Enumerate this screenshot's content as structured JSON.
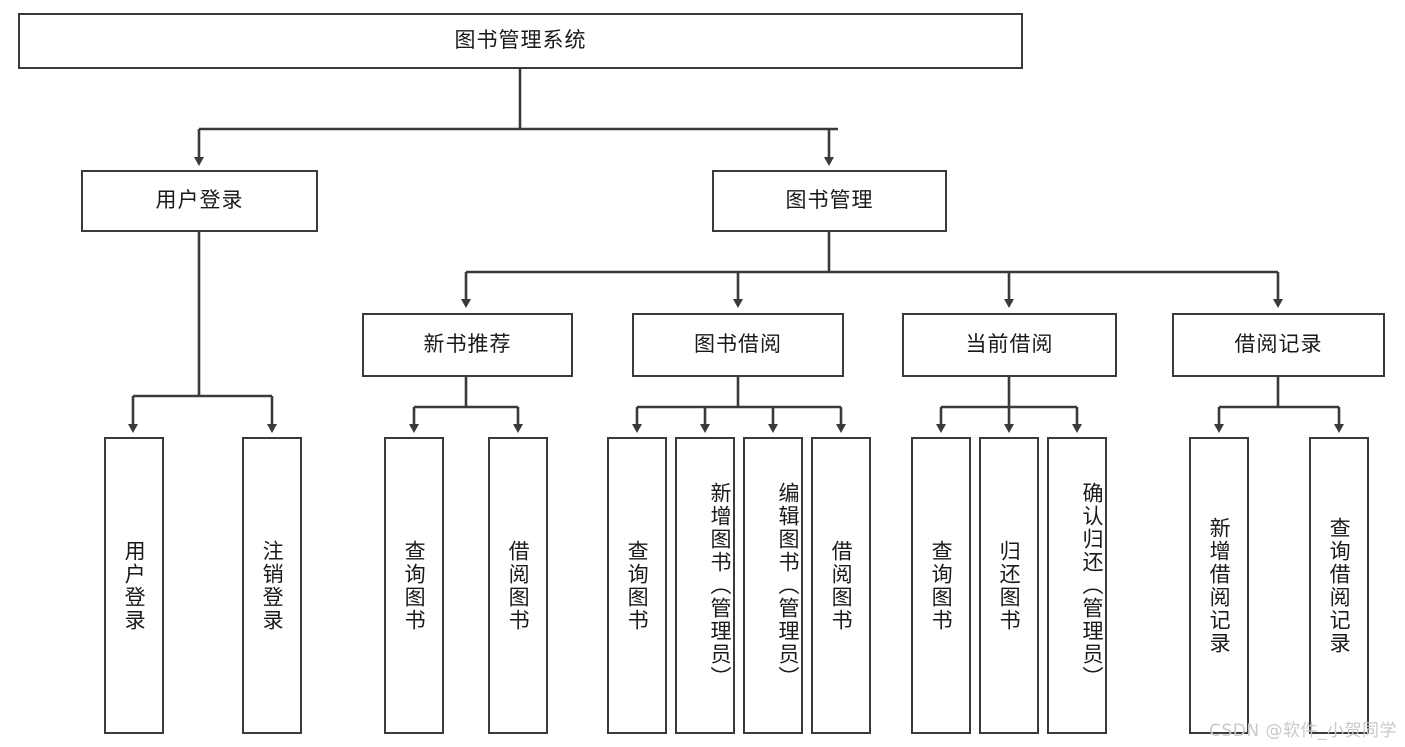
{
  "diagram": {
    "title_node": {
      "label": "图书管理系统"
    },
    "colors": {
      "stroke": "#3a3a3a",
      "text": "#1a1a1a",
      "background": "#ffffff",
      "watermark": "#c9c9c9"
    },
    "level2": [
      {
        "id": "user-login",
        "label": "用户登录"
      },
      {
        "id": "book-management",
        "label": "图书管理"
      }
    ],
    "level3": [
      {
        "id": "new-book-recommend",
        "label": "新书推荐"
      },
      {
        "id": "book-borrow",
        "label": "图书借阅"
      },
      {
        "id": "current-borrow",
        "label": "当前借阅"
      },
      {
        "id": "borrow-record",
        "label": "借阅记录"
      }
    ],
    "leaves": {
      "user_login": [
        {
          "id": "leaf-user-login",
          "label": "用户登录"
        },
        {
          "id": "leaf-logout",
          "label": "注销登录"
        }
      ],
      "new_book_recommend": [
        {
          "id": "leaf-query-book-1",
          "label": "查询图书"
        },
        {
          "id": "leaf-borrow-book-1",
          "label": "借阅图书"
        }
      ],
      "book_borrow": [
        {
          "id": "leaf-query-book-2",
          "label": "查询图书"
        },
        {
          "id": "leaf-add-book",
          "label": "新增图书（管理员）"
        },
        {
          "id": "leaf-edit-book",
          "label": "编辑图书（管理员）"
        },
        {
          "id": "leaf-borrow-book-2",
          "label": "借阅图书"
        }
      ],
      "current_borrow": [
        {
          "id": "leaf-query-book-3",
          "label": "查询图书"
        },
        {
          "id": "leaf-return-book",
          "label": "归还图书"
        },
        {
          "id": "leaf-confirm-return",
          "label": "确认归还（管理员）"
        }
      ],
      "borrow_record": [
        {
          "id": "leaf-add-record",
          "label": "新增借阅记录"
        },
        {
          "id": "leaf-query-record",
          "label": "查询借阅记录"
        }
      ]
    }
  },
  "watermark": {
    "text": "CSDN @软件_小贺同学"
  }
}
